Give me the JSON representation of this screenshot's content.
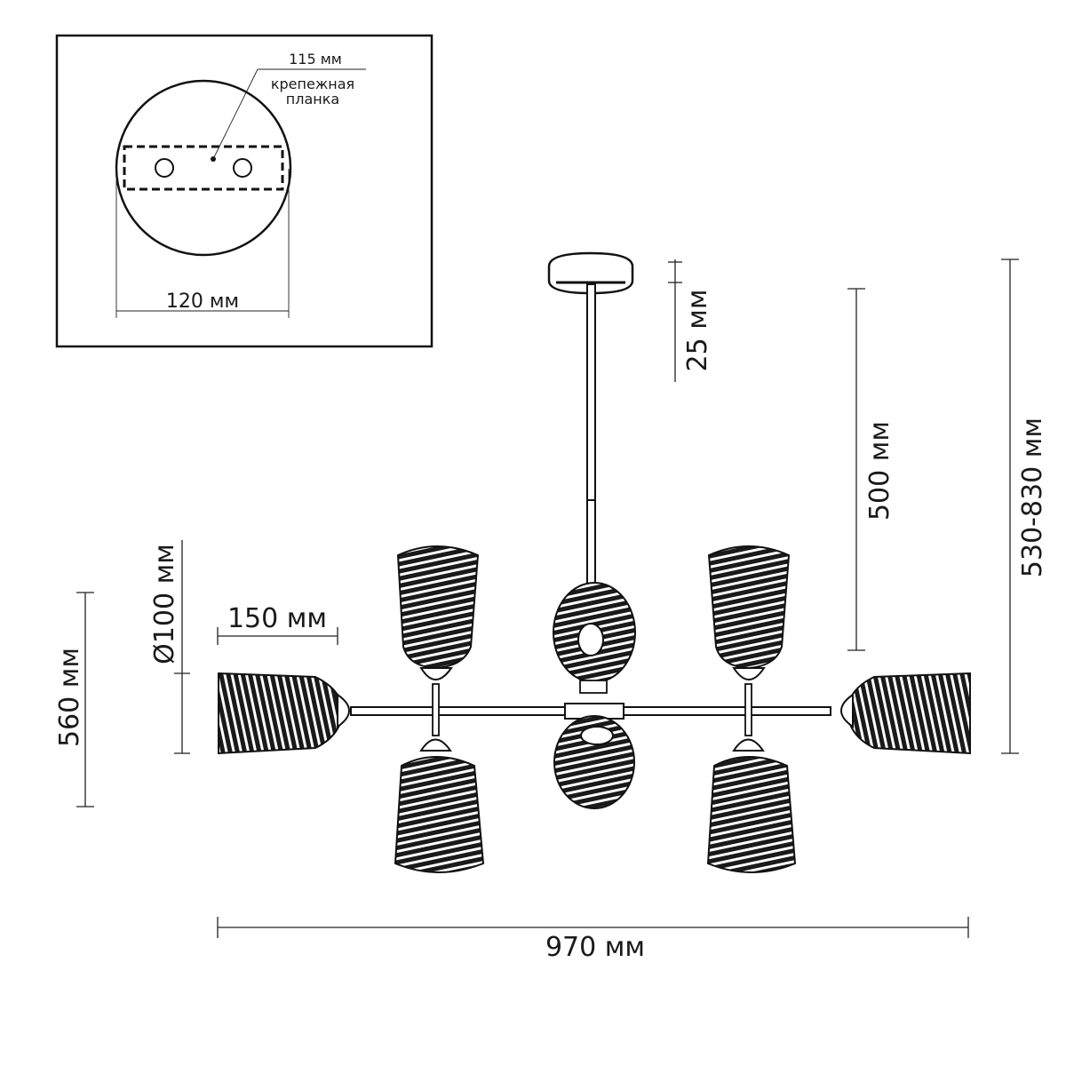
{
  "inset": {
    "plate_width": "115 мм",
    "plate_name_line1": "крепежная",
    "plate_name_line2": "планка",
    "canopy_diameter": "120 мм"
  },
  "dimensions": {
    "canopy_height": "25 мм",
    "rod_length": "500 мм",
    "total_height": "530-830 мм",
    "shade_diameter": "Ø100 мм",
    "shade_length": "150 мм",
    "depth": "560 мм",
    "width": "970 мм"
  },
  "colors": {
    "line": "#111111",
    "shade_dark": "#1a1a1a"
  }
}
